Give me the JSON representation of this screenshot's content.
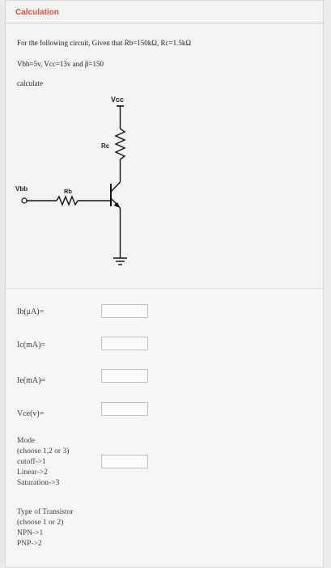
{
  "title": "Calculation",
  "problem": {
    "line1": "For the following circuit, Given that Rb=150kΩ, Rc=1.5kΩ",
    "line2": "Vbb=5v, Vcc=13v and β=150",
    "line3": "calculate"
  },
  "circuit": {
    "vcc_label": "Vcc",
    "rc_label": "Rc",
    "vbb_label": "Vbb",
    "rb_label": "Rb"
  },
  "fields": [
    {
      "label": "Ib(μA)=",
      "value": ""
    },
    {
      "label": "Ic(mA)=",
      "value": ""
    },
    {
      "label": "Ie(mA)=",
      "value": ""
    },
    {
      "label": "Vce(v)=",
      "value": ""
    }
  ],
  "mode": {
    "lines": [
      "Mode",
      "(choose 1,2 or 3)",
      "cutoff->1",
      "Linear->2",
      "Saturation->3"
    ],
    "value": ""
  },
  "transistor_type": {
    "lines": [
      "Type of Transistor",
      "(choose 1 or 2)",
      "NPN->1",
      "PNP->2"
    ]
  },
  "colors": {
    "title": "#d3513a",
    "input_border": "#b7c0c5"
  }
}
